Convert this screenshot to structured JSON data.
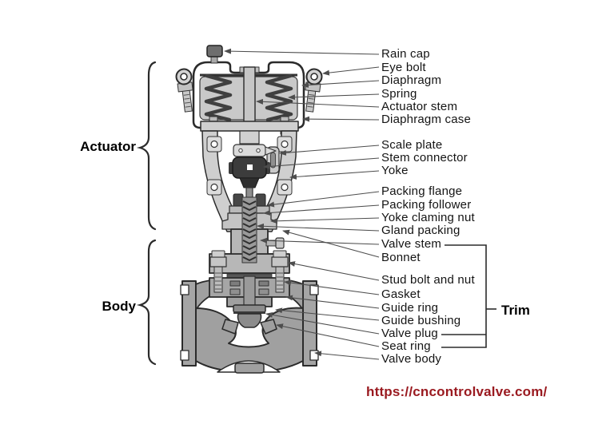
{
  "figure": {
    "type": "labeled-technical-diagram",
    "subject": "Pneumatic diaphragm control valve cross-section"
  },
  "group_labels": {
    "actuator": "Actuator",
    "body": "Body",
    "trim": "Trim"
  },
  "part_labels": [
    "Rain cap",
    "Eye bolt",
    "Diaphragm",
    "Spring",
    "Actuator stem",
    "Diaphragm case",
    "Scale plate",
    "Stem connector",
    "Yoke",
    "Packing flange",
    "Packing follower",
    "Yoke claming nut",
    "Gland packing",
    "Valve stem",
    "Bonnet",
    "Stud bolt and nut",
    "Gasket",
    "Guide ring",
    "Guide bushing",
    "Valve plug",
    "Seat ring",
    "Valve body"
  ],
  "footer": {
    "url": "https://cncontrolvalve.com/"
  },
  "colors": {
    "url_red": "#9a1a20",
    "outline_dark": "#2b2b2b",
    "leader_line": "#4d4d4d",
    "metal_light": "#cccccc",
    "metal_mid": "#a0a0a0",
    "metal_dark": "#3c3c3c"
  }
}
